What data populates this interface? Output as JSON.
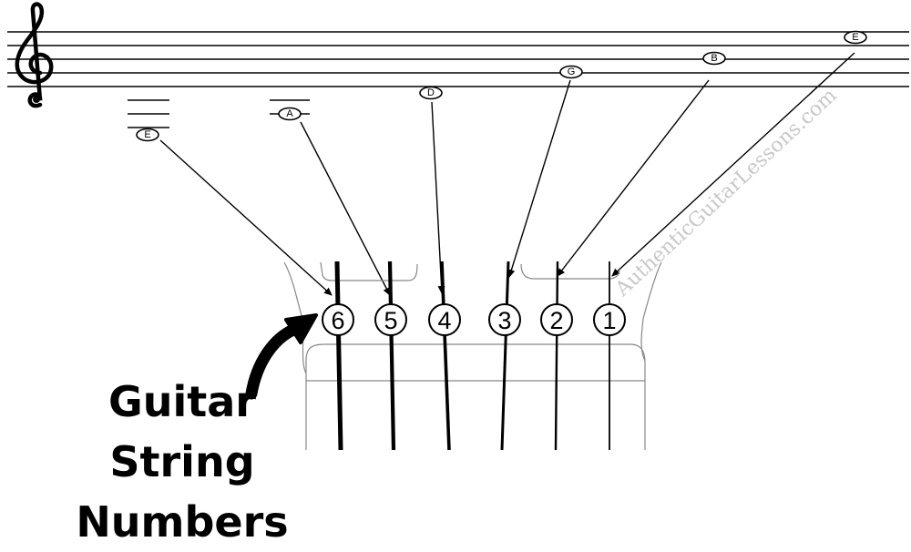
{
  "staff_notes": [
    {
      "letter": "E",
      "string_number": "6"
    },
    {
      "letter": "A",
      "string_number": "5"
    },
    {
      "letter": "D",
      "string_number": "4"
    },
    {
      "letter": "G",
      "string_number": "3"
    },
    {
      "letter": "B",
      "string_number": "2"
    },
    {
      "letter": "E",
      "string_number": "1"
    }
  ],
  "string_numbers": [
    "6",
    "5",
    "4",
    "3",
    "2",
    "1"
  ],
  "caption": {
    "line1": "Guitar",
    "line2": "String",
    "line3": "Numbers"
  },
  "watermark": "AuthenticGuitarLessons.com",
  "clef_icon": "treble-clef-icon"
}
